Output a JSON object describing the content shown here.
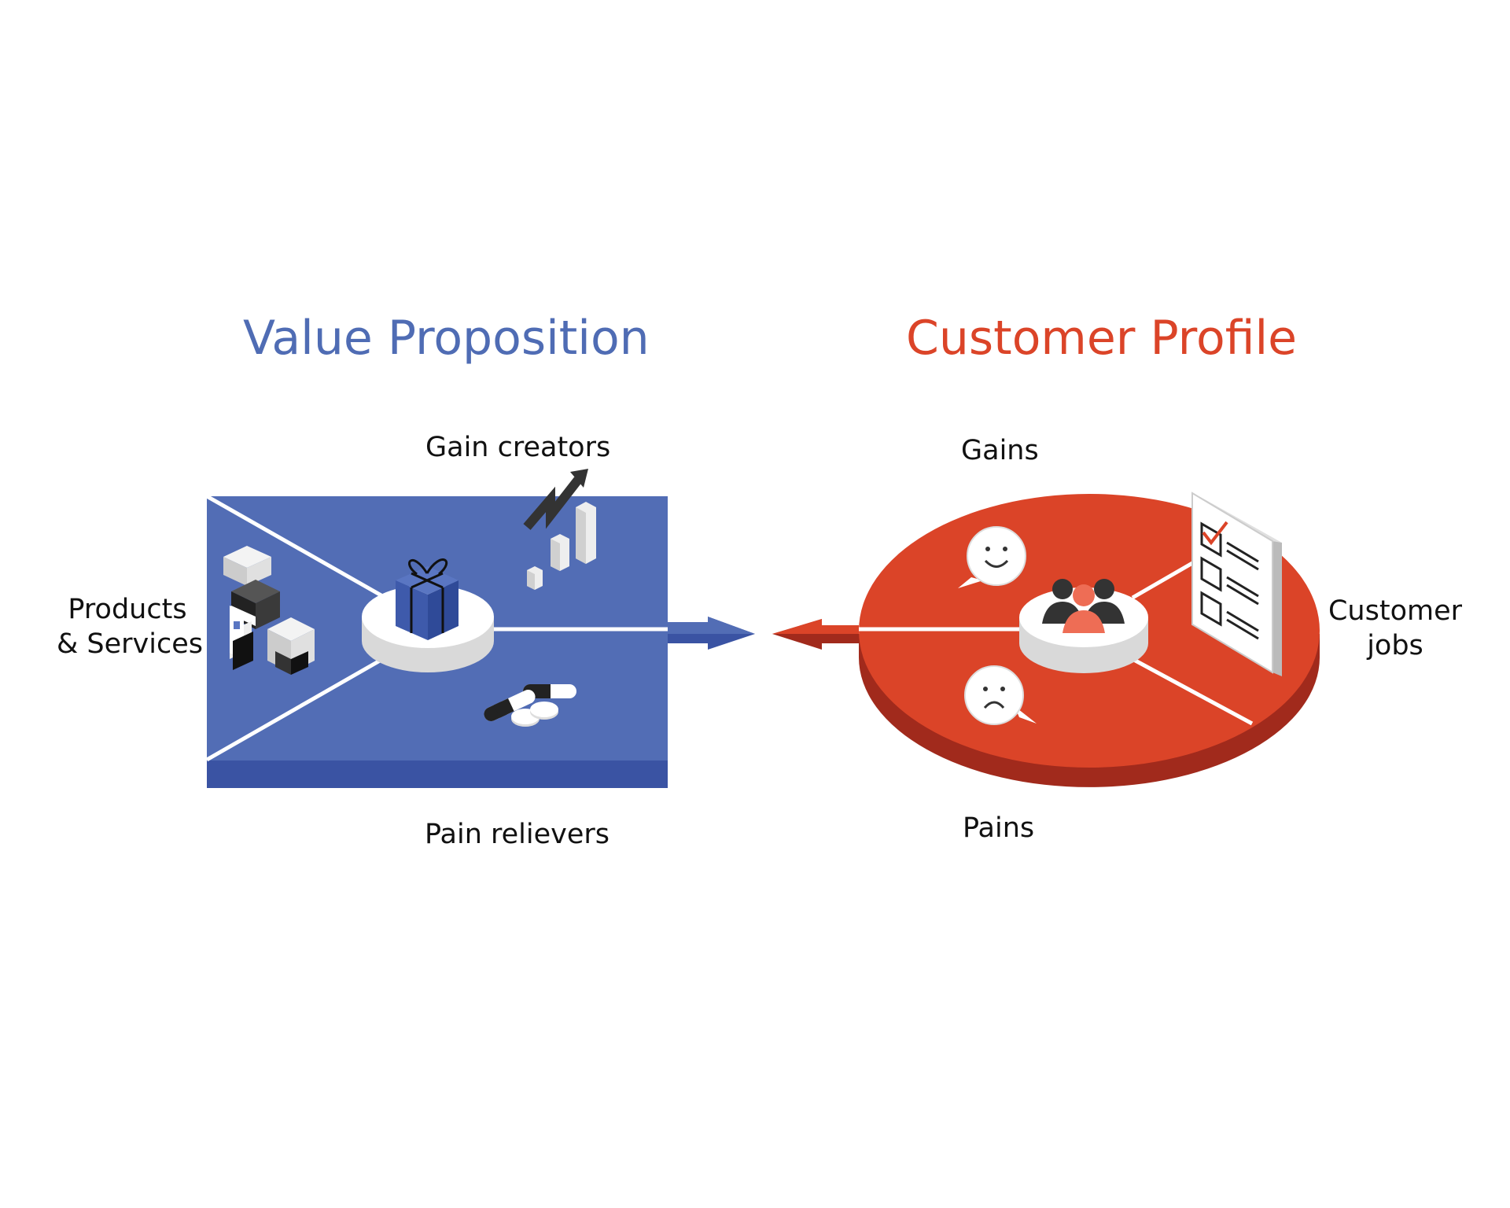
{
  "value_proposition": {
    "title": "Value Proposition",
    "color": "#4f6cb4",
    "labels": {
      "gain_creators": "Gain creators",
      "pain_relievers": "Pain relievers",
      "products_services_line1": "Products",
      "products_services_line2": "& Services"
    }
  },
  "customer_profile": {
    "title": "Customer Profile",
    "color": "#db4428",
    "labels": {
      "gains": "Gains",
      "pains": "Pains",
      "customer_jobs_line1": "Customer",
      "customer_jobs_line2": "jobs"
    }
  },
  "icons": {
    "value_center": "gift-box-icon",
    "gain_creators": "growth-chart-icon",
    "pain_relievers": "pills-icon",
    "products_services": "boxes-icon",
    "customer_center": "people-group-icon",
    "gains": "happy-face-bubble-icon",
    "pains": "sad-face-bubble-icon",
    "customer_jobs": "checklist-icon"
  }
}
